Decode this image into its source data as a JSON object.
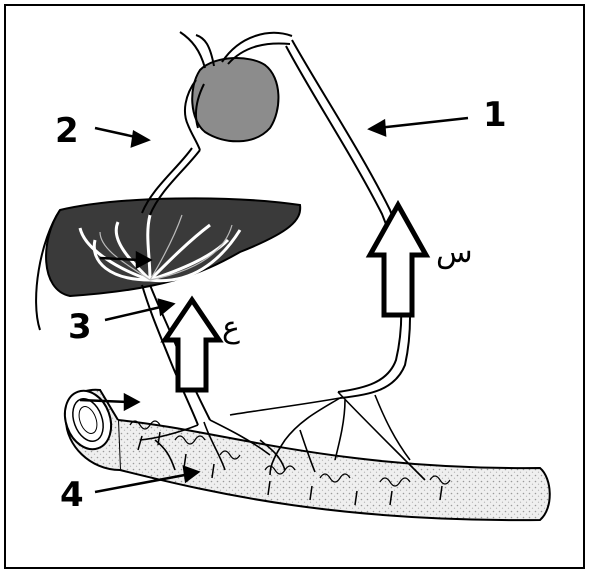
{
  "labels": {
    "l1": "1",
    "l2": "2",
    "l3": "3",
    "l4": "4"
  },
  "flow_markers": {
    "sin": "س",
    "ain": "ع"
  },
  "colors": {
    "outline": "#000000",
    "organ_fill": "#8c8c8c",
    "liver_fill": "#3a3a3a",
    "intestine_fill": "#ececec"
  }
}
